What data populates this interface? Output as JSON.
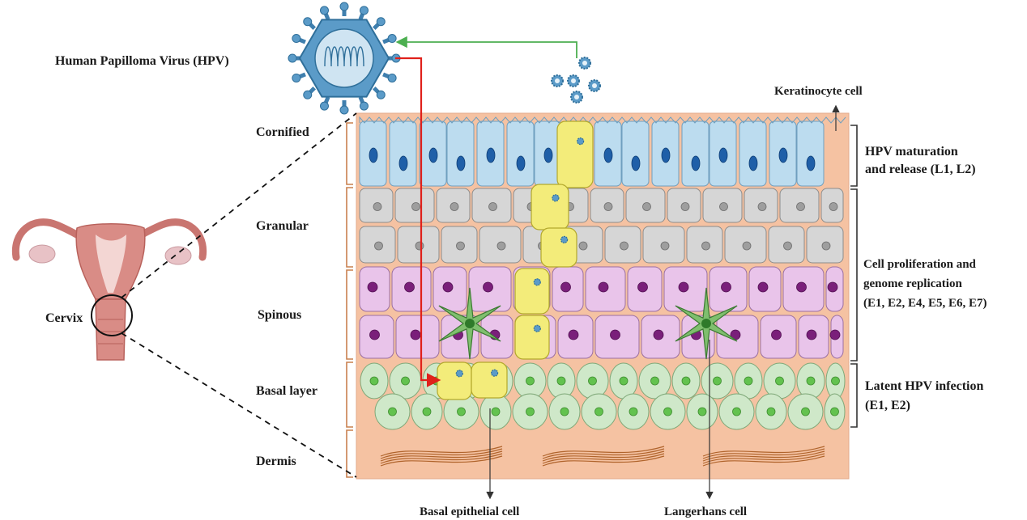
{
  "labels": {
    "virus": "Human Papilloma Virus (HPV)",
    "keratinocyte": "Keratinocyte cell",
    "cervix": "Cervix",
    "basal_epithelial": "Basal epithelial  cell",
    "langerhans": "Langerhans cell"
  },
  "layers": {
    "cornified": "Cornified",
    "granular": "Granular",
    "spinous": "Spinous",
    "basal": "Basal layer",
    "dermis": "Dermis"
  },
  "stages": {
    "maturation_1": "HPV maturation",
    "maturation_2": "and release (L1, L2)",
    "proliferation_1": "Cell proliferation  and",
    "proliferation_2": "genome replication",
    "proliferation_3": "(E1, E2, E4, E5, E6, E7)",
    "latent_1": "Latent HPV infection",
    "latent_2": "(E1, E2)"
  },
  "colors": {
    "dermis": "#f5c2a2",
    "cornified_cell": "#bcdcef",
    "granular_cell": "#d6d6d6",
    "spinous_cell": "#e9c4ea",
    "basal_cell": "#cfe8c9",
    "infected_cell": "#f3ec7a",
    "virus": "#5b9bc8",
    "entry_arrow": "#e0211b",
    "release_arrow": "#4caf50",
    "uterus": "#d98c86",
    "bracket": "#c9804f"
  }
}
